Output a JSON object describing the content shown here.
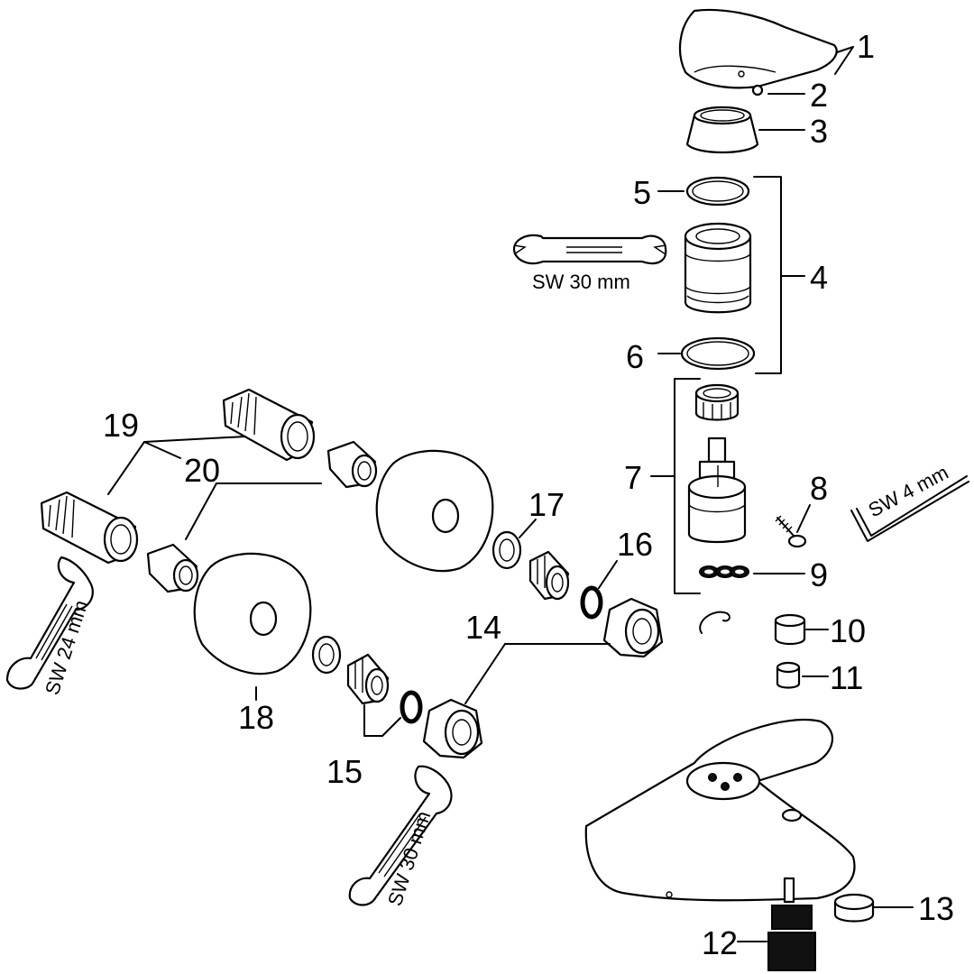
{
  "part_labels": {
    "p1": "1",
    "p2": "2",
    "p3": "3",
    "p4": "4",
    "p5": "5",
    "p6": "6",
    "p7": "7",
    "p8": "8",
    "p9": "9",
    "p10": "10",
    "p11": "11",
    "p12": "12",
    "p13": "13",
    "p14": "14",
    "p15": "15",
    "p16": "16",
    "p17": "17",
    "p18": "18",
    "p19": "19",
    "p20": "20"
  },
  "tool_labels": {
    "wrench_top": "SW 30 mm",
    "hex_key": "SW 4 mm",
    "wrench_left": "SW 24 mm",
    "wrench_bottom": "SW 30 mm"
  },
  "colors": {
    "line": "#000000",
    "background": "#ffffff"
  }
}
